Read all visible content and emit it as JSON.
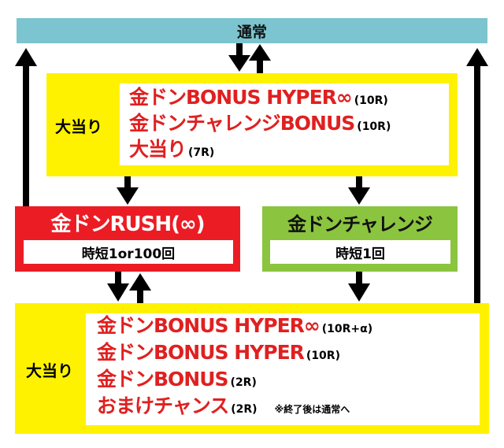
{
  "top_bar": {
    "label": "通常"
  },
  "upper_win": {
    "label": "大当り",
    "items": [
      {
        "main": "金ドンBONUS HYPER∞",
        "detail": "(10R)"
      },
      {
        "main": "金ドンチャレンジBONUS",
        "detail": "(10R)"
      },
      {
        "main": "大当り",
        "detail": "(7R)"
      }
    ]
  },
  "rush": {
    "title": "金ドンRUSH(∞)",
    "subtitle": "時短1or100回"
  },
  "challenge": {
    "title": "金ドンチャレンジ",
    "subtitle": "時短1回"
  },
  "lower_win": {
    "label": "大当り",
    "items": [
      {
        "main": "金ドンBONUS HYPER∞",
        "detail": "(10R+α)"
      },
      {
        "main": "金ドンBONUS HYPER",
        "detail": "(10R)"
      },
      {
        "main": "金ドンBONUS",
        "detail": "(2R)"
      },
      {
        "main": "おまけチャンス",
        "detail": "(2R)"
      }
    ],
    "note": "※終了後は通常へ"
  },
  "colors": {
    "top_bar": "#7cc4cf",
    "win_box": "#fff200",
    "rush": "#ec1c24",
    "challenge": "#8bc43f",
    "red_text": "#e02020"
  }
}
